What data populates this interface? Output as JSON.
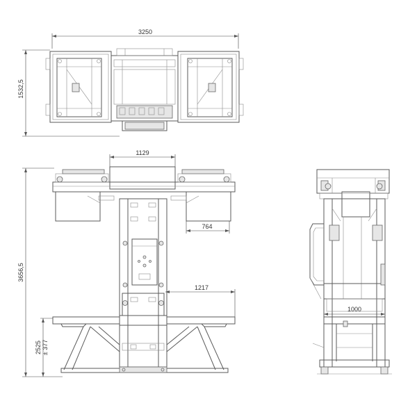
{
  "dimensions": {
    "top_width": "3250",
    "top_height": "1532,5",
    "platform_width": "1129",
    "side_arm": "764",
    "front_height": "3656,5",
    "base_reach": "1217",
    "base_height": "2525",
    "tolerance": "± 377",
    "side_width": "1000"
  }
}
